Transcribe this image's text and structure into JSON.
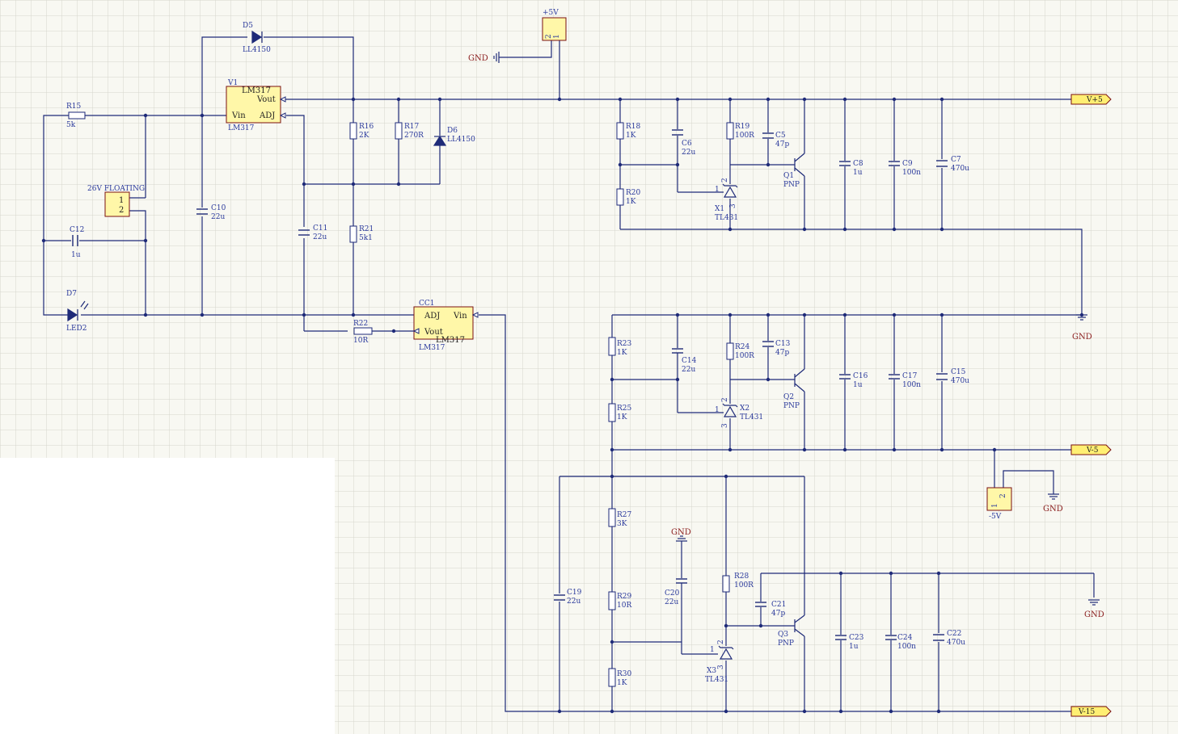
{
  "schematic": {
    "colors": {
      "background": "#f8f8f2",
      "grid": "#d6d6cc",
      "wire": "#1e2a78",
      "part_fill": "#fff7a8",
      "part_stroke": "#7a1010",
      "port_fill": "#ffef73",
      "ground_text": "#8a1c1c"
    },
    "components": [
      {
        "ref": "D5",
        "value": "LL4150"
      },
      {
        "ref": "V1",
        "value": "LM317",
        "part": "LM317",
        "pins": [
          "Vin",
          "Vout",
          "ADJ"
        ]
      },
      {
        "ref": "R15",
        "value": "5k"
      },
      {
        "ref": "R16",
        "value": "2K"
      },
      {
        "ref": "R17",
        "value": "270R"
      },
      {
        "ref": "D6",
        "value": "LL4150"
      },
      {
        "ref": "C10",
        "value": "22u"
      },
      {
        "ref": "C11",
        "value": "22u"
      },
      {
        "ref": "R21",
        "value": "5k1"
      },
      {
        "ref": "C12",
        "value": "1u"
      },
      {
        "ref": "D7",
        "value": "LED2"
      },
      {
        "ref": "R22",
        "value": "10R"
      },
      {
        "ref": "CC1",
        "value": "LM317",
        "part": "LM317",
        "pins": [
          "ADJ",
          "Vin",
          "Vout"
        ]
      },
      {
        "ref": "26V FLOATING",
        "pins": [
          "1",
          "2"
        ]
      },
      {
        "ref": "+5V",
        "pins": [
          "2",
          "1"
        ]
      },
      {
        "ref": "R18",
        "value": "1K"
      },
      {
        "ref": "R20",
        "value": "1K"
      },
      {
        "ref": "C6",
        "value": "22u"
      },
      {
        "ref": "R19",
        "value": "100R"
      },
      {
        "ref": "C5",
        "value": "47p"
      },
      {
        "ref": "Q1",
        "value": "PNP"
      },
      {
        "ref": "X1",
        "value": "TL431"
      },
      {
        "ref": "C8",
        "value": "1u"
      },
      {
        "ref": "C9",
        "value": "100n"
      },
      {
        "ref": "C7",
        "value": "470u"
      },
      {
        "ref": "R23",
        "value": "1K"
      },
      {
        "ref": "R25",
        "value": "1K"
      },
      {
        "ref": "C14",
        "value": "22u"
      },
      {
        "ref": "R24",
        "value": "100R"
      },
      {
        "ref": "C13",
        "value": "47p"
      },
      {
        "ref": "Q2",
        "value": "PNP"
      },
      {
        "ref": "X2",
        "value": "TL431"
      },
      {
        "ref": "C16",
        "value": "1u"
      },
      {
        "ref": "C17",
        "value": "100n"
      },
      {
        "ref": "C15",
        "value": "470u"
      },
      {
        "ref": "-5V",
        "pins": [
          "1",
          "2"
        ]
      },
      {
        "ref": "C19",
        "value": "22u"
      },
      {
        "ref": "R27",
        "value": "3K"
      },
      {
        "ref": "R29",
        "value": "10R"
      },
      {
        "ref": "R30",
        "value": "1K"
      },
      {
        "ref": "C20",
        "value": "22u"
      },
      {
        "ref": "R28",
        "value": "100R"
      },
      {
        "ref": "C21",
        "value": "47p"
      },
      {
        "ref": "Q3",
        "value": "PNP"
      },
      {
        "ref": "X3",
        "value": "TL431"
      },
      {
        "ref": "C23",
        "value": "1u"
      },
      {
        "ref": "C24",
        "value": "100n"
      },
      {
        "ref": "C22",
        "value": "470u"
      }
    ],
    "ports": [
      "V+5",
      "V-5",
      "V-15"
    ],
    "ground_label": "GND",
    "tl431_pins": [
      "1",
      "2",
      "3"
    ]
  }
}
